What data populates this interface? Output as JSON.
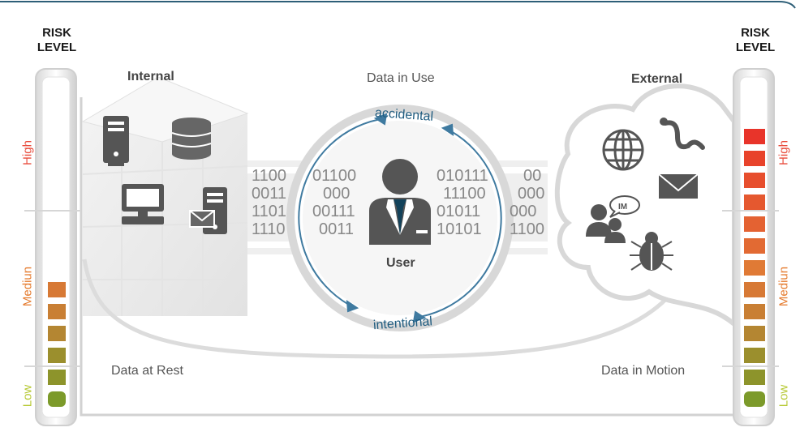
{
  "risk_left": {
    "title_line1": "RISK",
    "title_line2": "LEVEL"
  },
  "risk_right": {
    "title_line1": "RISK",
    "title_line2": "LEVEL"
  },
  "levels": {
    "high": "High",
    "medium": "Mediun",
    "low": "Low"
  },
  "labels": {
    "internal": "Internal",
    "external": "External",
    "data_in_use": "Data in Use",
    "data_at_rest": "Data at Rest",
    "data_in_motion": "Data in Motion",
    "user": "User",
    "accidental": "accidental",
    "intentional": "intentional",
    "im": "IM"
  },
  "binary": {
    "left": [
      "1100",
      "0011",
      "1101",
      "1110"
    ],
    "center_left": [
      "01100",
      "000",
      "00111",
      "0011"
    ],
    "center_right": [
      "010111",
      "11100",
      "01011",
      "10101"
    ],
    "right": [
      "00",
      "000",
      "000",
      "1100"
    ]
  },
  "colors": {
    "high": "#e8342a",
    "medium": "#e07a35",
    "low": "#7c9a2a",
    "level_high_text": "#e84a3a",
    "level_medium_text": "#e57b2e",
    "level_low_text": "#b6c832",
    "arrow": "#3f7aa0"
  },
  "meters": {
    "left": {
      "level_fraction": 0.44
    },
    "right": {
      "level_fraction": 1.0
    }
  }
}
